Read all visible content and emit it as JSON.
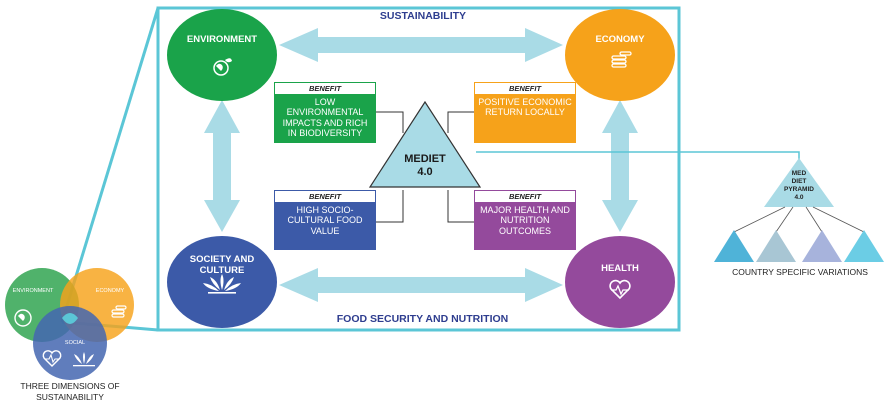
{
  "top_title": "SUSTAINABILITY",
  "bottom_title": "FOOD SECURITY AND NUTRITION",
  "center": {
    "line1": "MEDIET",
    "line2": "4.0"
  },
  "circles": {
    "environment": "ENVIRONMENT",
    "economy": "ECONOMY",
    "society": "SOCIETY AND CULTURE",
    "health": "HEALTH"
  },
  "benefits": [
    {
      "head": "BENEFIT",
      "text": "LOW ENVIRONMENTAL IMPACTS AND RICH IN BIODIVERSITY"
    },
    {
      "head": "BENEFIT",
      "text": "POSITIVE ECONOMIC RETURN LOCALLY"
    },
    {
      "head": "BENEFIT",
      "text": "HIGH SOCIO-CULTURAL FOOD VALUE"
    },
    {
      "head": "BENEFIT",
      "text": "MAJOR HEALTH AND NUTRITION OUTCOMES"
    }
  ],
  "pyramid": {
    "l1": "MED",
    "l2": "DIET",
    "l3": "PYRAMID",
    "l4": "4.0"
  },
  "country_label": "COUNTRY SPECIFIC VARIATIONS",
  "venn": {
    "environment": "ENVIRONMENT",
    "economy": "ECONOMY",
    "social": "SOCIAL"
  },
  "venn_caption": {
    "line1": "THREE DIMENSIONS OF",
    "line2": "SUSTAINABILITY"
  },
  "colors": {
    "frame": "#5bc6d6",
    "green": "#1aa34a",
    "orange": "#f6a21a",
    "blue": "#3c5aa8",
    "purple": "#944a9c",
    "arrow": "#a9dbe6",
    "title": "#2e3d8f"
  },
  "icons": {
    "environment": "globe-leaf-icon",
    "economy": "coins-icon",
    "society": "lotus-icon",
    "health": "heart-pulse-icon"
  }
}
